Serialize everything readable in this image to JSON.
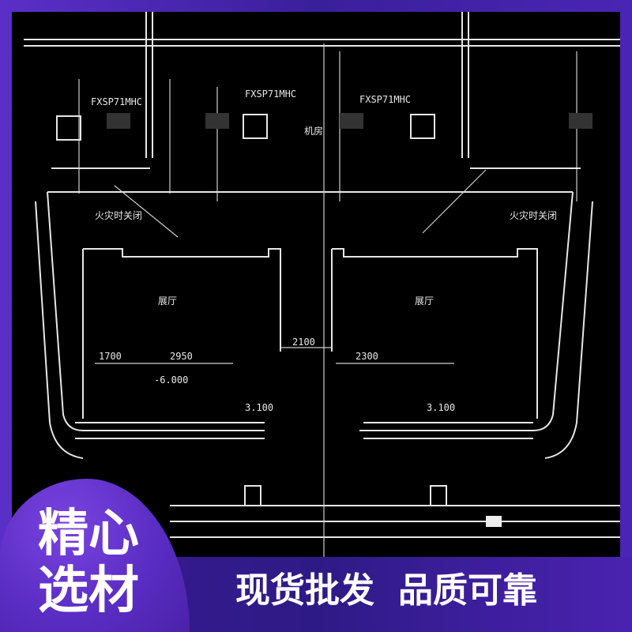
{
  "drawing": {
    "room_label": "机房",
    "unit_labels": [
      "FXSP71MHC",
      "FXSP71MHC",
      "FXSP71MHC"
    ],
    "left_room_title": "展厅",
    "right_room_title": "展厅",
    "dimension_center": "2100",
    "dimension_left_a": "1700",
    "dimension_left_b": "2950",
    "dimension_right_a": "2300",
    "level_mark": "-6.000",
    "height_left": "3.100",
    "height_right": "3.100",
    "fire_valve_left": "火灾时关闭",
    "fire_valve_right": "火灾时关闭"
  },
  "bubble": {
    "line1": "精心",
    "line2": "选材"
  },
  "banner": {
    "slogan_1": "现货批发",
    "slogan_2": "品质可靠"
  },
  "colors": {
    "frame": "#5a2fc9",
    "banner": "#2e1a86",
    "drawing_bg": "#000000"
  }
}
